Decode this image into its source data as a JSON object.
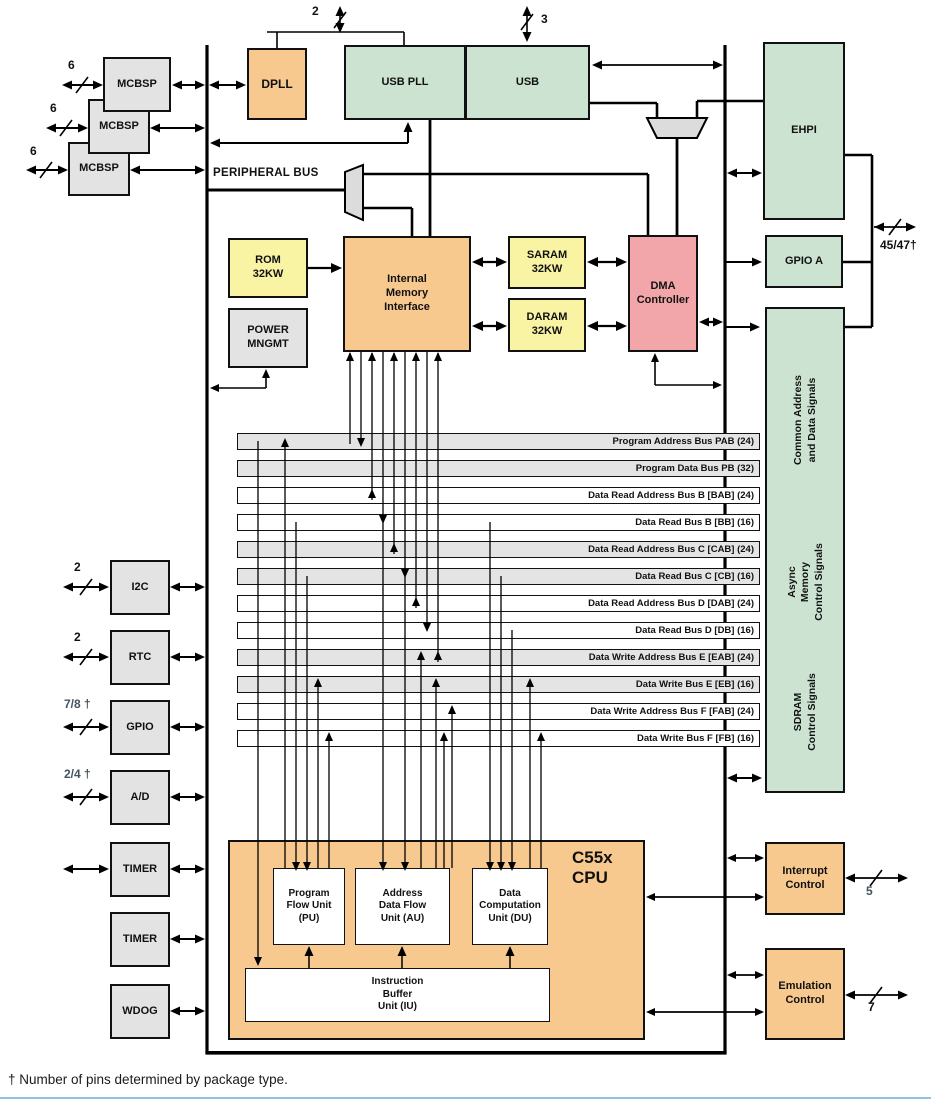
{
  "footnote": "† Number of pins determined by package type.",
  "peripheral_bus_label": "PERIPHERAL BUS",
  "blocks": {
    "mcbsp1": "MCBSP",
    "mcbsp2": "MCBSP",
    "mcbsp3": "MCBSP",
    "dpll": "DPLL",
    "usb_pll": "USB PLL",
    "usb": "USB",
    "ehpi": "EHPI",
    "gpio_a": "GPIO A",
    "rom": "ROM\n32KW",
    "power_mngmt": "POWER\nMNGMT",
    "internal_memory_interface": "Internal\nMemory\nInterface",
    "saram": "SARAM\n32KW",
    "daram": "DARAM\n32KW",
    "dma": "DMA\nController",
    "i2c": "I2C",
    "rtc": "RTC",
    "gpio": "GPIO",
    "ad": "A/D",
    "timer1": "TIMER",
    "timer2": "TIMER",
    "wdog": "WDOG",
    "interrupt_control": "Interrupt\nControl",
    "emulation_control": "Emulation\nControl"
  },
  "cpu": {
    "title": "C55x\nCPU",
    "pu": "Program\nFlow Unit\n(PU)",
    "au": "Address\nData Flow\nUnit (AU)",
    "du": "Data\nComputation\nUnit (DU)",
    "iu": "Instruction\nBuffer\nUnit (IU)"
  },
  "buses": [
    "Program Address Bus PAB (24)",
    "Program Data Bus PB (32)",
    "Data Read Address Bus B [BAB] (24)",
    "Data Read Bus B [BB] (16)",
    "Data Read Address Bus C [CAB] (24)",
    "Data Read Bus C [CB] (16)",
    "Data Read Address Bus D [DAB] (24)",
    "Data Read Bus D [DB] (16)",
    "Data Write Address Bus E [EAB] (24)",
    "Data Write Bus E [EB] (16)",
    "Data Write Address Bus F [FAB] (24)",
    "Data Write Bus F [FB] (16)"
  ],
  "side_signals": {
    "common": "Common Address\nand Data Signals",
    "async": "Async\nMemory\nControl Signals",
    "sdram": "SDRAM\nControl Signals"
  },
  "pin_counts": {
    "mcbsp1": "6",
    "mcbsp2": "6",
    "mcbsp3": "6",
    "clock": "2",
    "usb": "3",
    "ehpi_pins": "45/47†",
    "i2c": "2",
    "rtc": "2",
    "gpio": "7/8 †",
    "ad": "2/4 †",
    "interrupt": "5",
    "emulation": "7"
  },
  "colors": {
    "orange": "#F8C98E",
    "green": "#CBE3D0",
    "yellow": "#F9F3A4",
    "pink": "#F2A6AA",
    "gray": "#E3E3E3",
    "bus_gray": "#E4E4E4",
    "line": "#000000"
  }
}
